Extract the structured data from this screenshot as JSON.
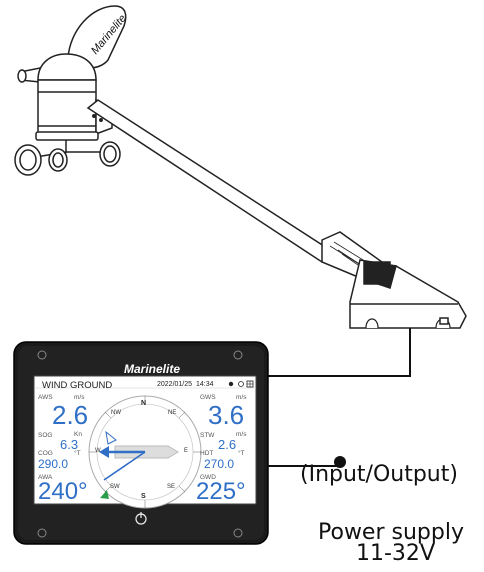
{
  "device": {
    "brand": "Marinelite",
    "vane_brand": "Marinelite"
  },
  "screen": {
    "header": {
      "title": "WIND GROUND",
      "date": "2022/01/25",
      "time": "14:34"
    },
    "left": {
      "aws": {
        "label": "AWS",
        "unit": "m/s",
        "value": "2.6"
      },
      "sog": {
        "label": "SOG",
        "unit": "Kn",
        "value": "6.3"
      },
      "cog": {
        "label": "COG",
        "unit": "°T",
        "value": "290.0"
      },
      "awa": {
        "label": "AWA",
        "value": "240°"
      }
    },
    "right": {
      "gws": {
        "label": "GWS",
        "unit": "m/s",
        "value": "3.6"
      },
      "stw": {
        "label": "STW",
        "unit": "m/s",
        "value": "2.6"
      },
      "hdt": {
        "label": "HDT",
        "unit": "°T",
        "value": "270.0"
      },
      "gwd": {
        "label": "GWD",
        "value": "225°"
      }
    },
    "compass": {
      "n": "N",
      "ne": "NE",
      "nw": "NW",
      "s": "S",
      "e": "E",
      "w": "W",
      "se": "SE",
      "sw": "SW"
    }
  },
  "labels": {
    "io": "(Input/Output)",
    "power_line1": "Power supply",
    "power_line2": "11-32V"
  }
}
